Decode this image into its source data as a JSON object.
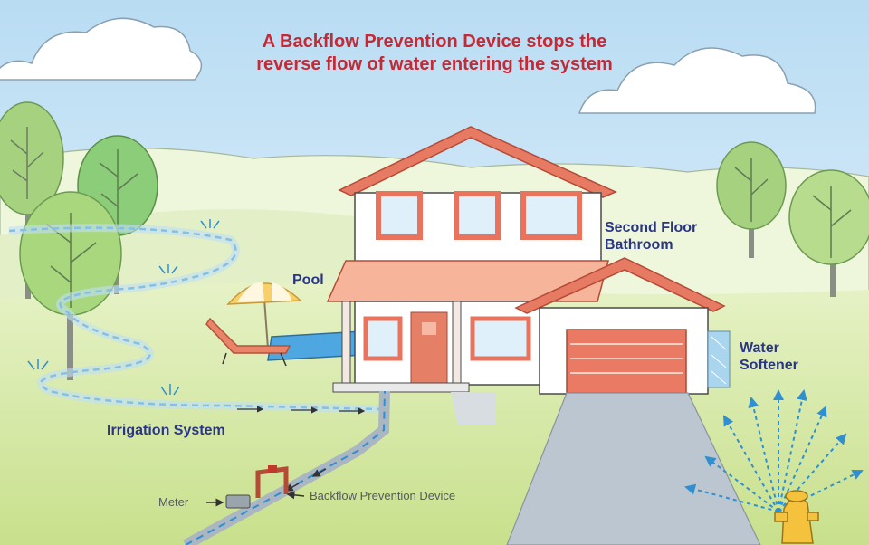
{
  "title": {
    "line1": "A Backflow Prevention Device stops the",
    "line2": "reverse flow of water entering the system"
  },
  "labels": {
    "pool": "Pool",
    "second_floor_line1": "Second Floor",
    "second_floor_line2": "Bathroom",
    "water_softener_line1": "Water",
    "water_softener_line2": "Softener",
    "irrigation": "Irrigation System",
    "meter": "Meter",
    "backflow": "Backflow Prevention Device"
  },
  "colors": {
    "title": "#c42a35",
    "label": "#2a3585",
    "gray_label": "#555a60",
    "sky": "#cfe6f6",
    "grass": "#d9ebb0",
    "roof": "#e67a63",
    "window_shutter": "#ea7a63",
    "door": "#e57f66",
    "garage_door": "#ea7a63",
    "water": "#3d9ad6",
    "hydrant": "#f5c23e"
  },
  "icons": {
    "tree": "tree-icon",
    "sprinkler": "sprinkler-icon",
    "umbrella": "umbrella-icon",
    "lounge_chair": "lounge-chair-icon",
    "hydrant": "fire-hydrant-icon",
    "meter": "meter-icon",
    "backflow_device": "backflow-device-icon"
  }
}
